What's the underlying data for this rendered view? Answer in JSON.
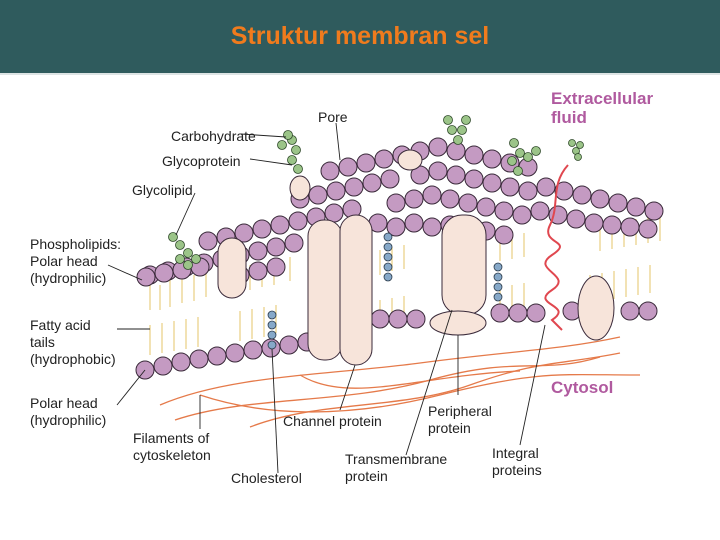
{
  "slide": {
    "title": "Struktur membran sel"
  },
  "labels": {
    "pore": "Pore",
    "carbohydrate": "Carbohydrate",
    "glycoprotein": "Glycoprotein",
    "glycolipid": "Glycolipid",
    "phospholipids": "Phospholipids:\nPolar head\n(hydrophilic)",
    "fatty_acid": "Fatty acid\ntails\n(hydrophobic)",
    "polar_head": "Polar head\n(hydrophilic)",
    "filaments": "Filaments of\ncytoskeleton",
    "cholesterol": "Cholesterol",
    "channel_protein": "Channel protein",
    "transmembrane_protein": "Transmembrane\nprotein",
    "peripheral_protein": "Peripheral\nprotein",
    "integral_proteins": "Integral\nproteins",
    "extracellular_fluid": "Extracellular\nfluid",
    "cytosol": "Cytosol"
  },
  "colors": {
    "header_bg": "#2f5b5d",
    "title": "#f07b1d",
    "head": "#c49ac2",
    "protein": "#f7e4da",
    "carbohydrate": "#9bc488",
    "cholesterol": "#86a8c8",
    "filament": "#e57a4a",
    "region_label": "#b05a9f"
  }
}
